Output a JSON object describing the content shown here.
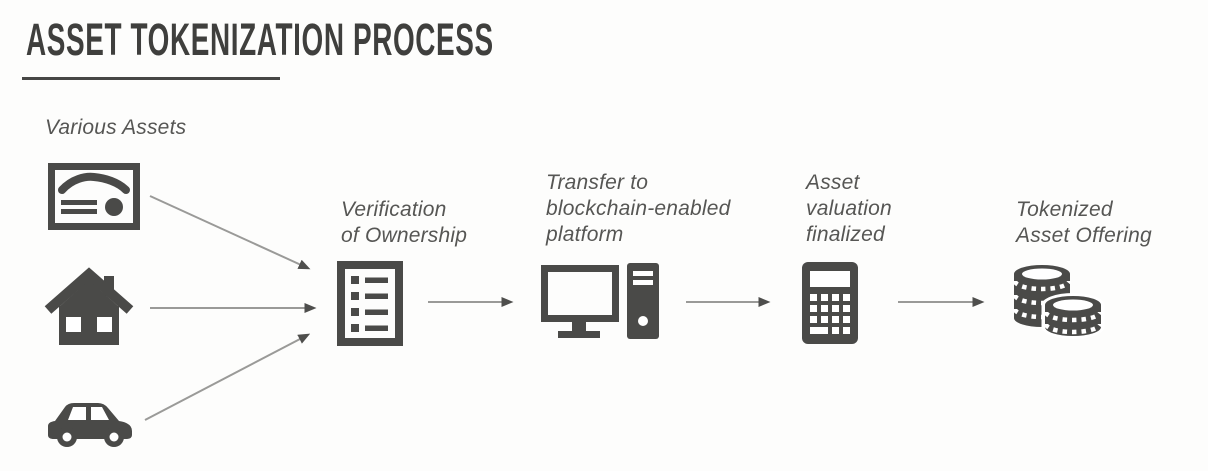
{
  "title": "ASSET TOKENIZATION PROCESS",
  "source": {
    "label": "Various Assets",
    "icons": [
      "certificate-icon",
      "house-icon",
      "car-icon"
    ]
  },
  "stages": [
    {
      "label": "Verification\nof Ownership",
      "icon": "checklist-document-icon"
    },
    {
      "label": "Transfer to\nblockchain-enabled\nplatform",
      "icon": "desktop-computer-icon"
    },
    {
      "label": "Asset\nvaluation\nfinalized",
      "icon": "calculator-icon"
    },
    {
      "label": "Tokenized\nAsset Offering",
      "icon": "coin-stacks-icon"
    }
  ],
  "colors": {
    "background": "#fdfdfc",
    "title": "#3f3f3d",
    "underline": "#474745",
    "label": "#565654",
    "icon": "#4a4a48",
    "arrow": "#9a9a98",
    "arrowhead": "#4e4e4c"
  }
}
